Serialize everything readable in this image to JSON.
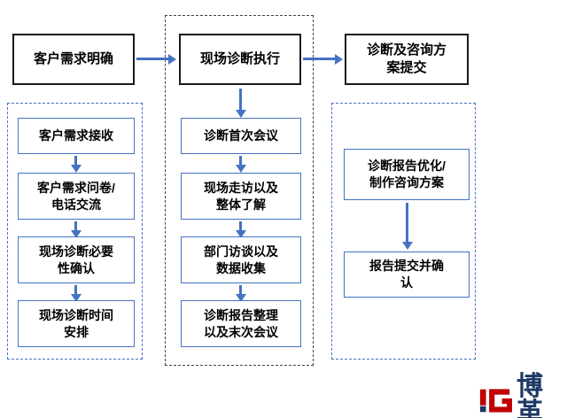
{
  "colors": {
    "accent": "#4472C4",
    "box-border-dark": "#1a1a1a",
    "dashed-blue": "#4472C4",
    "dashed-dark": "#404040",
    "logo-red": "#C00000",
    "logo-blue": "#1F3864",
    "text": "#000000"
  },
  "phases": [
    {
      "label": "客户需求明确",
      "steps": [
        "客户需求接收",
        "客户需求问卷/\n电话交流",
        "现场诊断必要\n性确认",
        "现场诊断时间\n安排"
      ]
    },
    {
      "label": "现场诊断执行",
      "steps": [
        "诊断首次会议",
        "现场走访以及\n整体了解",
        "部门访谈以及\n数据收集",
        "诊断报告整理\n以及末次会议"
      ]
    },
    {
      "label": "诊断及咨询方\n案提交",
      "steps": [
        "诊断报告优化/\n制作咨询方案",
        "报告提交并确\n认"
      ]
    }
  ],
  "logo": {
    "brand_text": "博革",
    "icon": "bogee-g-logo-icon"
  }
}
